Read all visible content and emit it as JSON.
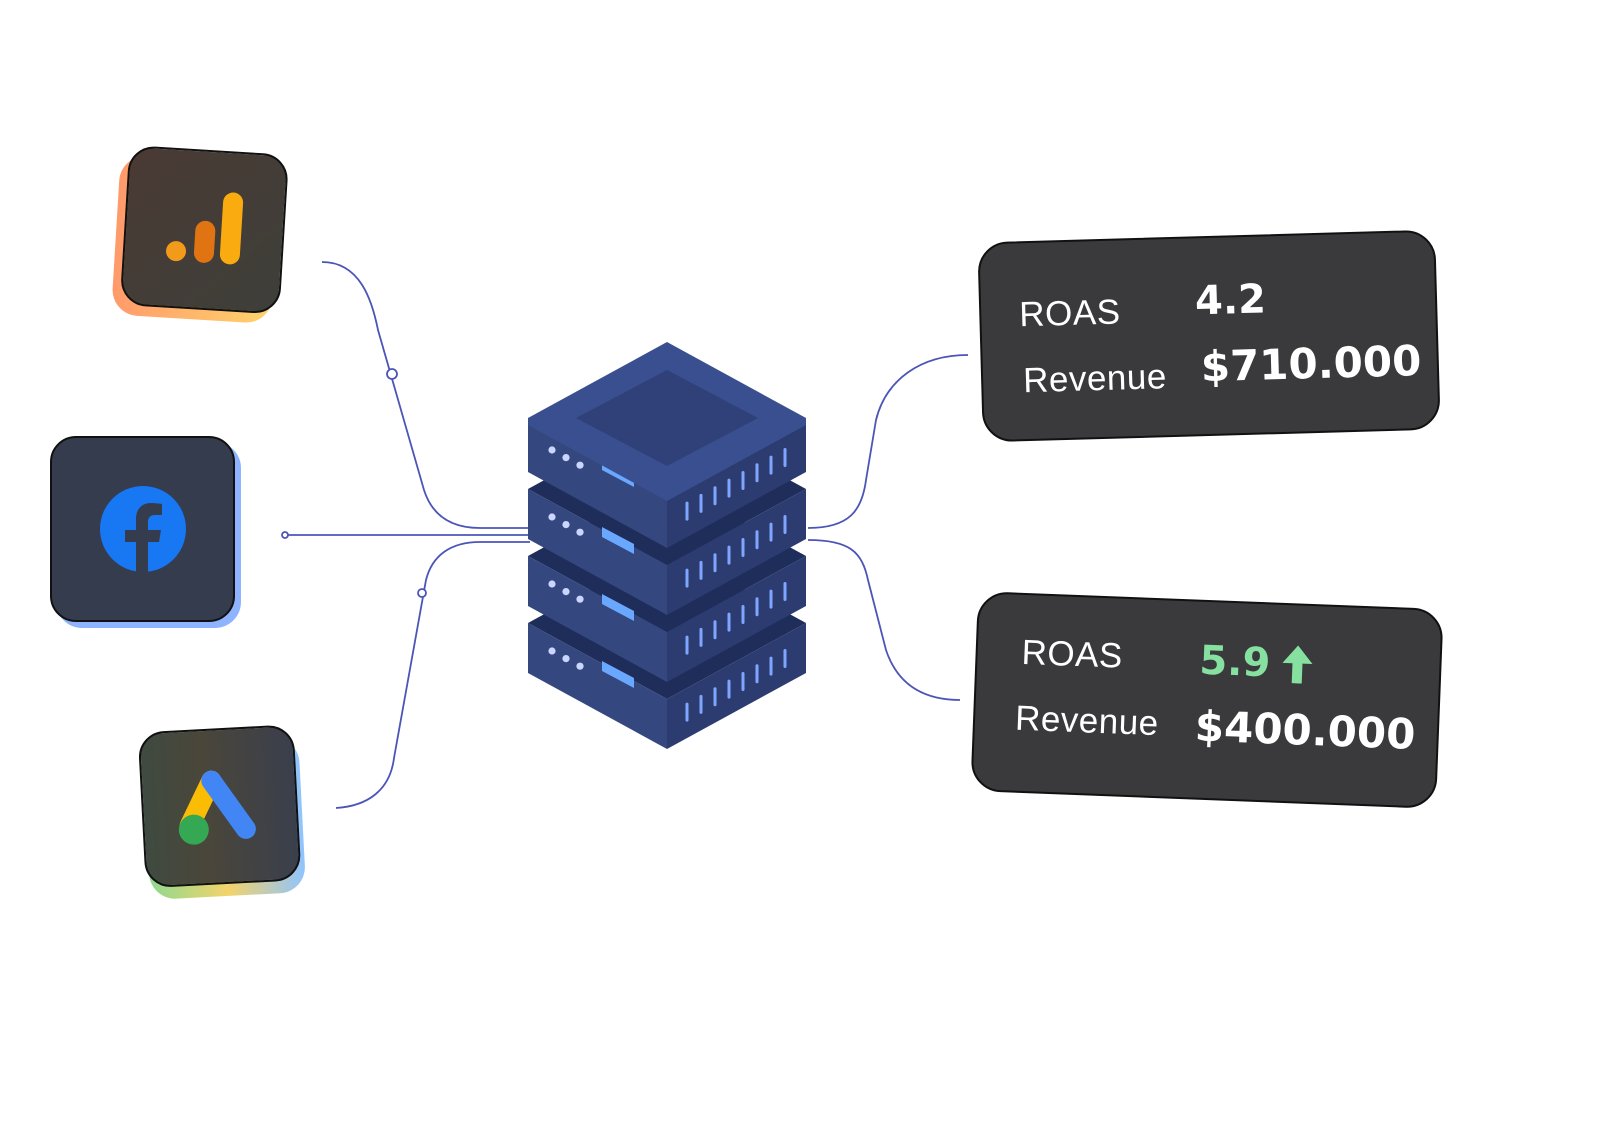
{
  "sources": [
    {
      "name": "Google Analytics",
      "icon": "google-analytics-icon"
    },
    {
      "name": "Facebook",
      "icon": "facebook-icon"
    },
    {
      "name": "Google Ads",
      "icon": "google-ads-icon"
    }
  ],
  "hub": {
    "icon": "server-stack-icon"
  },
  "cards": {
    "top": {
      "roas_label": "ROAS",
      "roas_value": "4.2",
      "revenue_label": "Revenue",
      "revenue_value": "$710.000"
    },
    "bottom": {
      "roas_label": "ROAS",
      "roas_value": "5.9",
      "revenue_label": "Revenue",
      "revenue_value": "$400.000",
      "trend": "up-arrow-icon"
    }
  },
  "colors": {
    "connector": "#4b55b8",
    "card_bg": "#3a3a3d",
    "positive": "#86e0a0",
    "server": "#2f4178",
    "facebook_blue": "#1877f2"
  }
}
